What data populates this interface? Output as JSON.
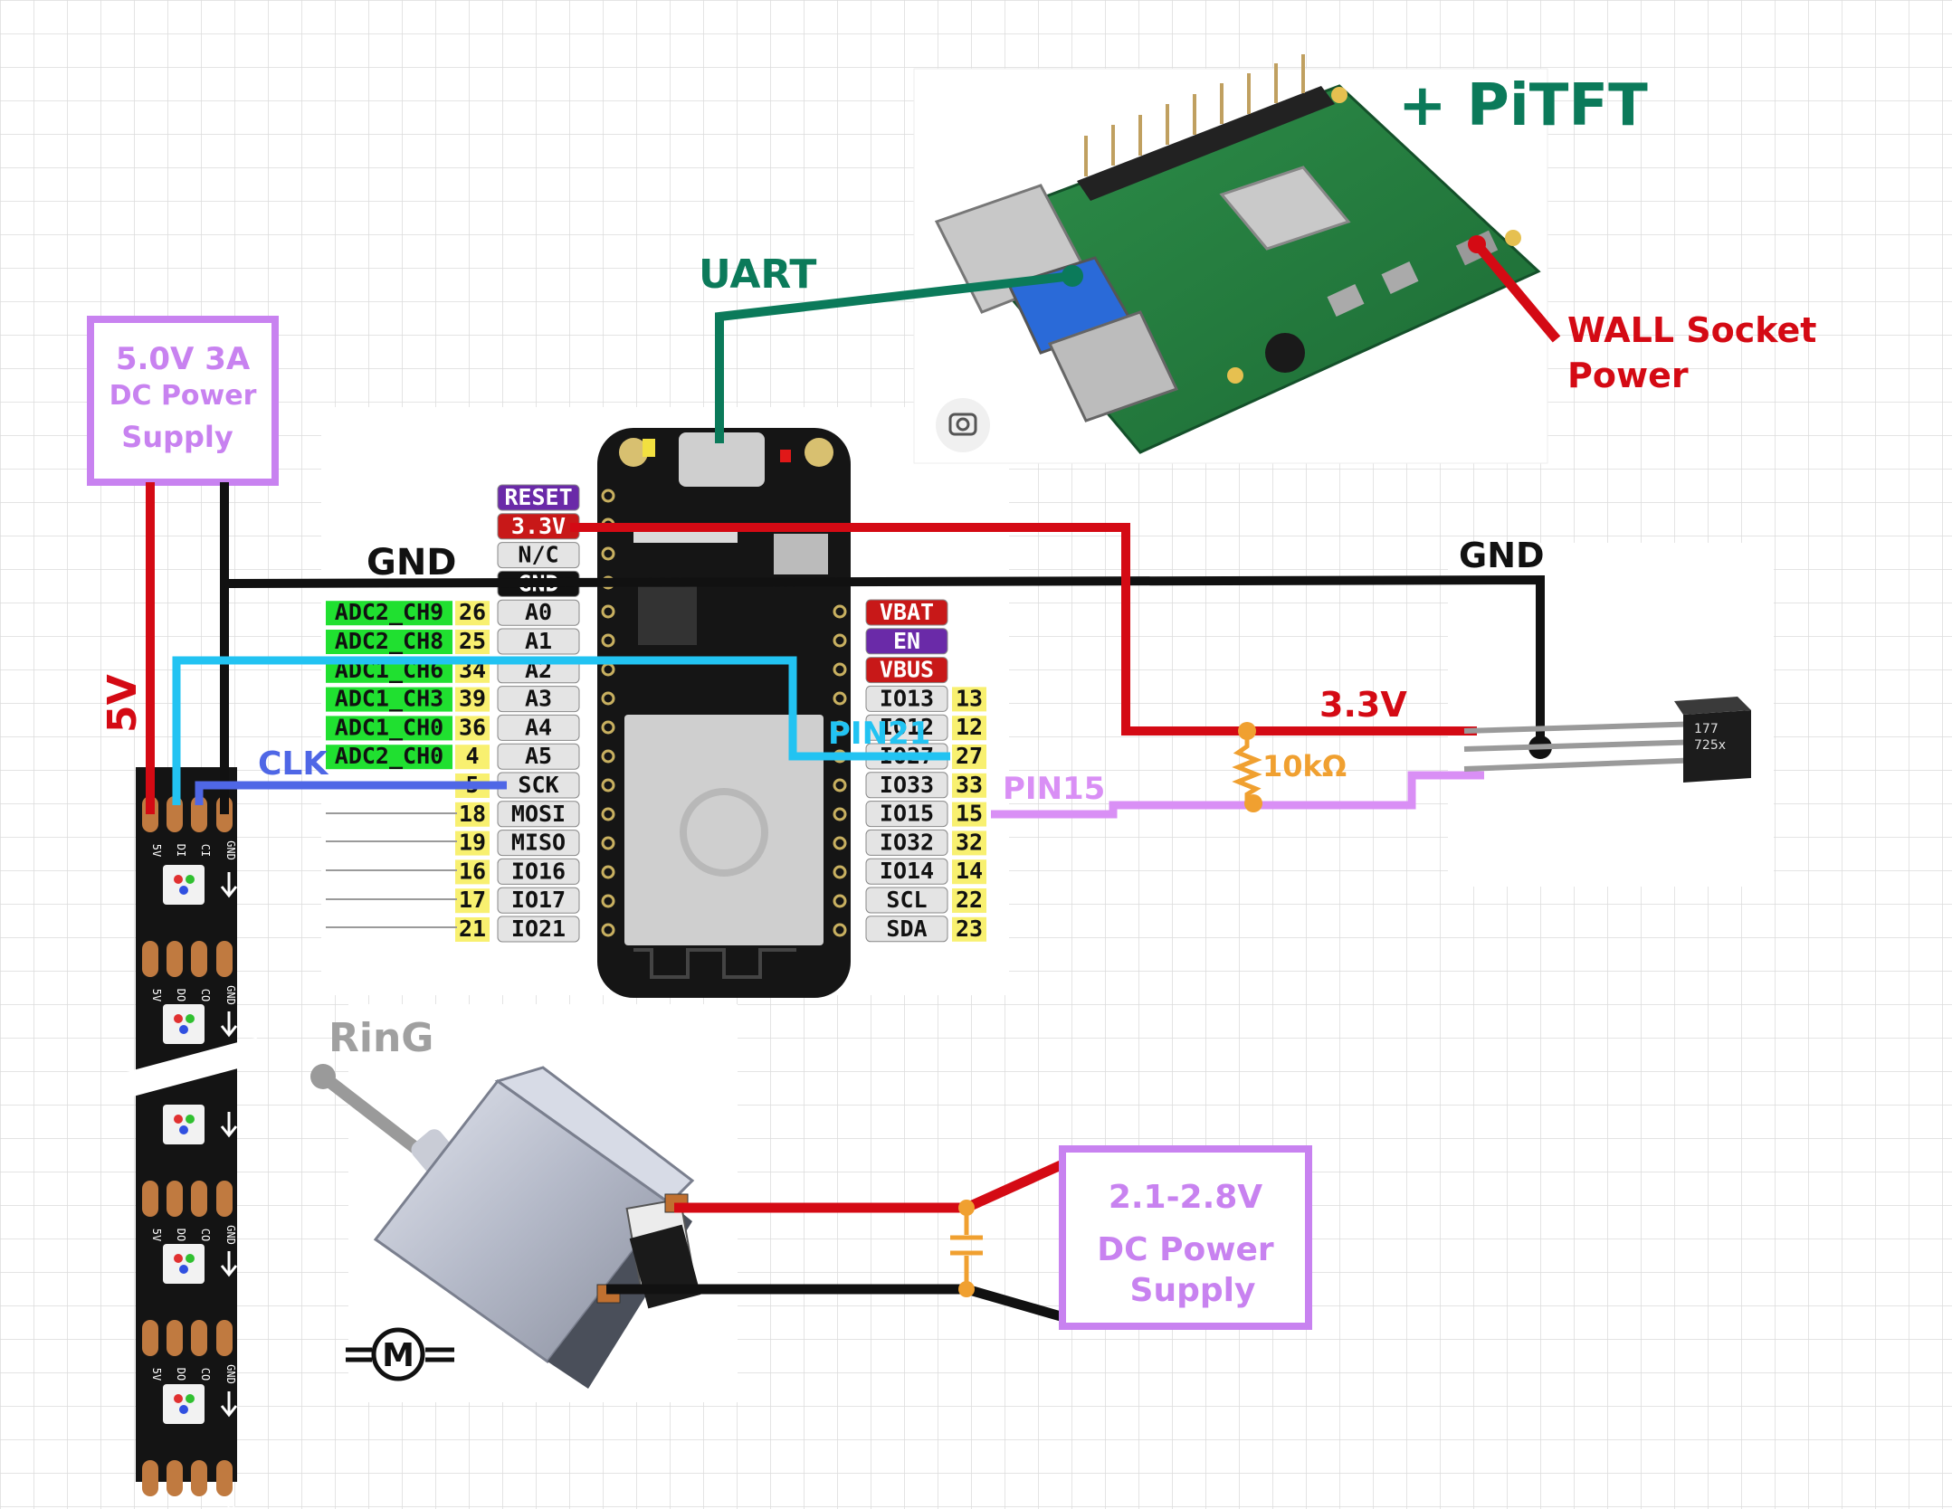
{
  "colors": {
    "red": "#d40a14",
    "black": "#111111",
    "uart_green": "#0b7a5a",
    "cyan": "#22c3f2",
    "blue": "#4f67e6",
    "violet": "#d98ff5",
    "purple_box": "#c882f0",
    "orange": "#f0a030",
    "pin_green": "#20e030",
    "pin_yellow": "#f8f070",
    "pin_grey": "#e4e4e4",
    "pin_red": "#c81818",
    "pin_purple": "#6a2aa8"
  },
  "annotations": {
    "pitft": "+ PiTFT",
    "uart": "UART",
    "wall_socket_line1": "WALL Socket",
    "wall_socket_line2": "Power",
    "gnd_left": "GND",
    "gnd_right": "GND",
    "five_v": "5V",
    "clk": "CLK",
    "pin21": "PIN21",
    "pin15": "PIN15",
    "v33": "3.3V",
    "resistor": "10kΩ",
    "ring": "RinG"
  },
  "power_5v": {
    "line1": "5.0V 3A",
    "line2": "DC Power",
    "line3": "Supply"
  },
  "power_motor": {
    "line1": "2.1-2.8V",
    "line2": "DC Power",
    "line3": "Supply"
  },
  "esp32": {
    "left_pins": [
      {
        "fn": "",
        "num": "",
        "name": "RESET",
        "style": "purple"
      },
      {
        "fn": "",
        "num": "",
        "name": "3.3V",
        "style": "red"
      },
      {
        "fn": "",
        "num": "",
        "name": "N/C",
        "style": "grey"
      },
      {
        "fn": "",
        "num": "",
        "name": "GND",
        "style": "black"
      },
      {
        "fn": "ADC2_CH9",
        "num": "26",
        "name": "A0",
        "style": "grey"
      },
      {
        "fn": "ADC2_CH8",
        "num": "25",
        "name": "A1",
        "style": "grey"
      },
      {
        "fn": "ADC1_CH6",
        "num": "34",
        "name": "A2",
        "style": "grey"
      },
      {
        "fn": "ADC1_CH3",
        "num": "39",
        "name": "A3",
        "style": "grey"
      },
      {
        "fn": "ADC1_CH0",
        "num": "36",
        "name": "A4",
        "style": "grey"
      },
      {
        "fn": "ADC2_CH0",
        "num": "4",
        "name": "A5",
        "style": "grey"
      },
      {
        "fn": "",
        "num": "5",
        "name": "SCK",
        "style": "grey"
      },
      {
        "fn": "",
        "num": "18",
        "name": "MOSI",
        "style": "grey"
      },
      {
        "fn": "",
        "num": "19",
        "name": "MISO",
        "style": "grey"
      },
      {
        "fn": "",
        "num": "16",
        "name": "IO16",
        "style": "grey"
      },
      {
        "fn": "",
        "num": "17",
        "name": "IO17",
        "style": "grey"
      },
      {
        "fn": "",
        "num": "21",
        "name": "IO21",
        "style": "grey"
      }
    ],
    "right_pins": [
      {
        "name": "VBAT",
        "num": "",
        "style": "red"
      },
      {
        "name": "EN",
        "num": "",
        "style": "purple"
      },
      {
        "name": "VBUS",
        "num": "",
        "style": "red"
      },
      {
        "name": "IO13",
        "num": "13",
        "style": "grey"
      },
      {
        "name": "IO12",
        "num": "12",
        "style": "grey"
      },
      {
        "name": "IO27",
        "num": "27",
        "style": "grey"
      },
      {
        "name": "IO33",
        "num": "33",
        "style": "grey"
      },
      {
        "name": "IO15",
        "num": "15",
        "style": "grey"
      },
      {
        "name": "IO32",
        "num": "32",
        "style": "grey"
      },
      {
        "name": "IO14",
        "num": "14",
        "style": "grey"
      },
      {
        "name": "SCL",
        "num": "22",
        "style": "grey"
      },
      {
        "name": "SDA",
        "num": "23",
        "style": "grey"
      }
    ]
  },
  "led_strip": {
    "pad_labels": [
      "5V",
      "DI",
      "CI",
      "GND"
    ],
    "out_labels": [
      "5V",
      "DO",
      "CO",
      "GND"
    ]
  },
  "hall_sensor": {
    "marking_line1": "177",
    "marking_line2": "725x"
  },
  "motor_symbol": "M"
}
